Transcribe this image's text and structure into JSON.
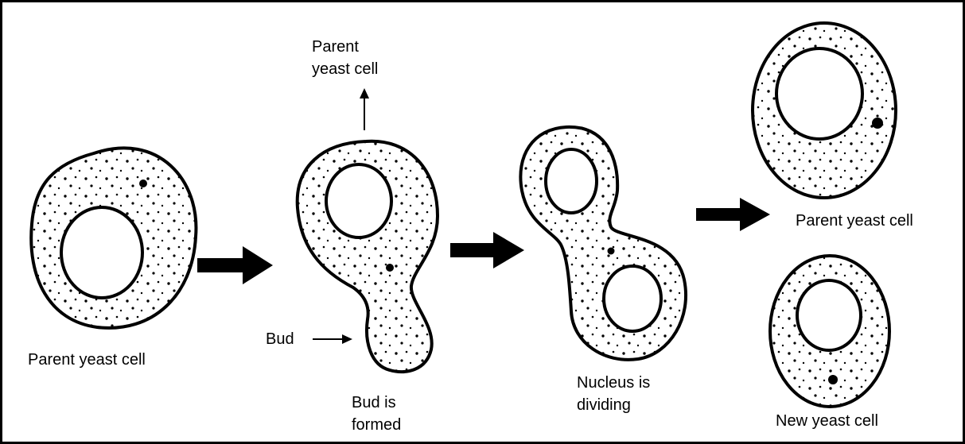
{
  "labels": {
    "stage1_caption": "Parent yeast cell",
    "stage2_top_caption_line1": "Parent",
    "stage2_top_caption_line2": "yeast cell",
    "bud_pointer": "Bud",
    "stage2_caption_line1": "Bud is",
    "stage2_caption_line2": "formed",
    "stage3_caption_line1": "Nucleus is",
    "stage3_caption_line2": "dividing",
    "result_top_caption": "Parent yeast cell",
    "result_bottom_caption": "New yeast cell"
  },
  "colors": {
    "ink": "#000000",
    "background": "#ffffff"
  }
}
